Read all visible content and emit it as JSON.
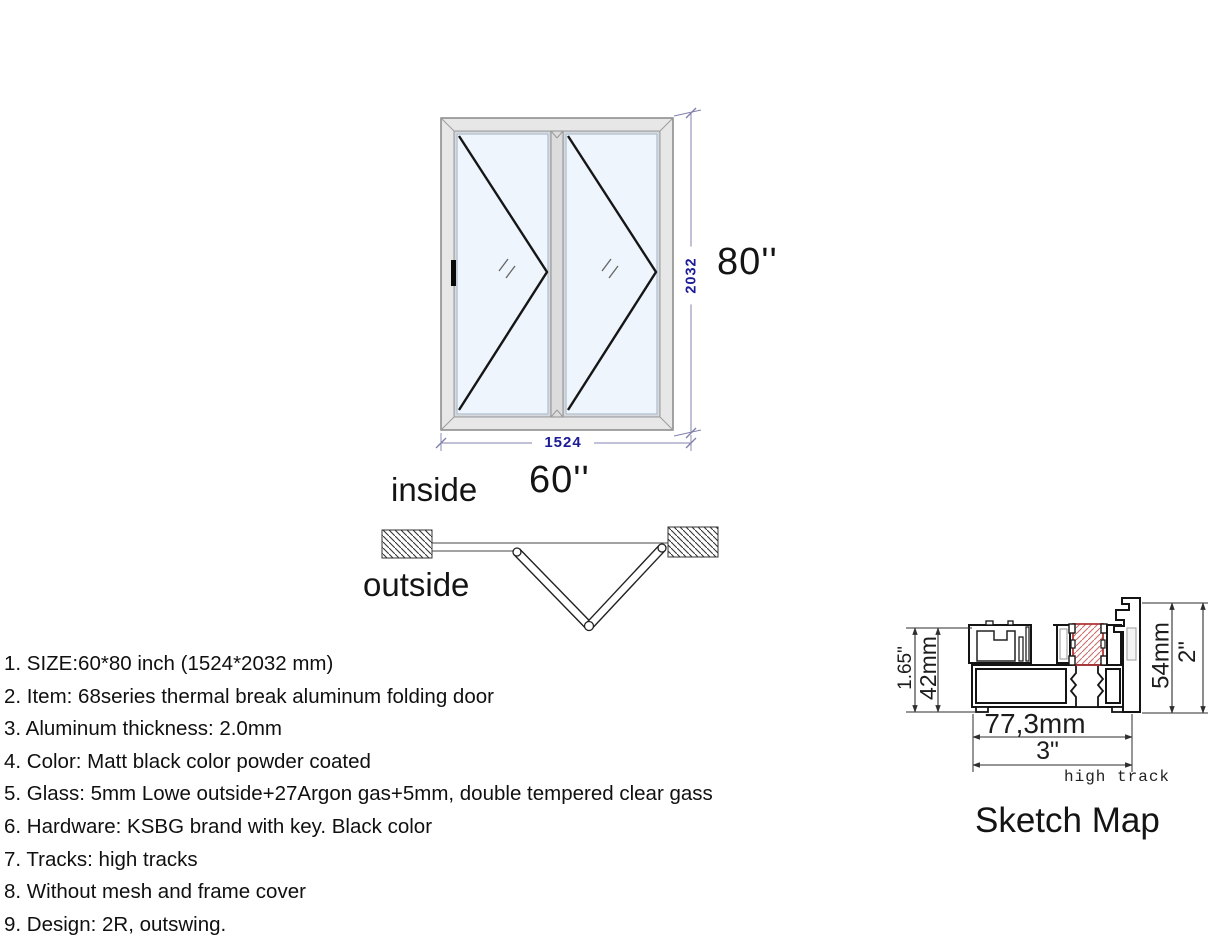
{
  "elevation": {
    "width_mm": "1524",
    "height_mm": "2032",
    "width_in": "60''",
    "height_in": "80''"
  },
  "plan": {
    "inside_label": "inside",
    "outside_label": "outside"
  },
  "specs": [
    "1. SIZE:60*80 inch (1524*2032 mm)",
    "2. Item: 68series thermal break aluminum folding door",
    "3. Aluminum thickness: 2.0mm",
    "4. Color: Matt black color powder coated",
    "5. Glass: 5mm Lowe outside+27Argon gas+5mm, double tempered clear gass",
    "6. Hardware: KSBG brand with key. Black color",
    "7. Tracks: high tracks",
    "8. Without mesh and frame cover",
    "9. Design: 2R, outswing."
  ],
  "sketch": {
    "title": "Sketch Map",
    "note": "high track",
    "left_in": "1.65\"",
    "left_mm": "42mm",
    "right_mm": "54mm",
    "right_in": "2\"",
    "bottom_mm": "77,3mm",
    "bottom_in": "3\""
  },
  "colors": {
    "dim_text_blue": "#1b1b96",
    "dim_line": "#8080ad",
    "profile_line": "#141414",
    "thermal_break_red": "#b03a3a",
    "glass": "#eef5fc",
    "frame_gray": "#e7e7e7"
  }
}
